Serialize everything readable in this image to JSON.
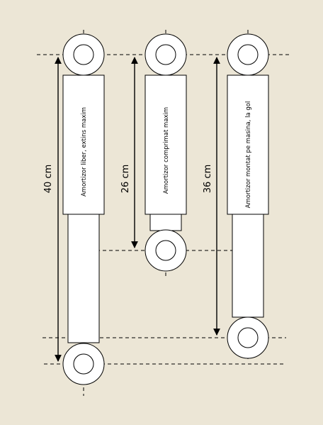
{
  "diagram": {
    "background": "#ece6d6",
    "stroke_color": "#000000",
    "fill_color": "#ffffff",
    "shocks": [
      {
        "label": "Amortizor liber, extins maxim",
        "dimension": "40 cm"
      },
      {
        "label": "Amortizor comprimat maxim",
        "dimension": "26 cm"
      },
      {
        "label": "Amortizor montat pe masina, la gol",
        "dimension": "36 cm"
      }
    ]
  }
}
